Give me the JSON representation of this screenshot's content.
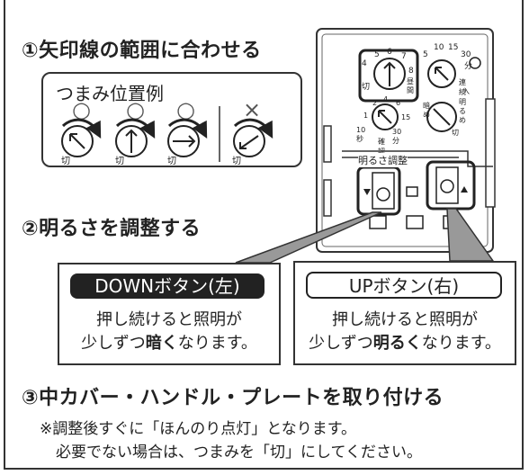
{
  "step1": {
    "title": "①矢印線の範囲に合わせる"
  },
  "example": {
    "title": "つまみ位置例",
    "ok_mark": "○",
    "ng_mark": "×",
    "off_label": "切"
  },
  "panel": {
    "dial_left_numbers": [
      "4",
      "5",
      "6",
      "7",
      "8"
    ],
    "dial_left_side_labels": [
      "切",
      "昼間"
    ],
    "dial_right_numbers": [
      "5",
      "10",
      "15",
      "30"
    ],
    "dial_right_labels": [
      "分",
      "連続",
      "入"
    ],
    "dial_small_numbers": [
      "2",
      "4",
      "6",
      "1",
      "15",
      "10秒"
    ],
    "dial_small_labels": [
      "30分",
      "確認"
    ],
    "dial_bright_labels": [
      "暗",
      "明",
      "る",
      "め",
      "め",
      "切"
    ],
    "brightness_label": "明るさ調整"
  },
  "step2": {
    "title": "②明るさを調整する"
  },
  "down": {
    "button_label": "DOWNボタン(左)",
    "line1": "押し続けると照明が",
    "line2_pre": "少しずつ",
    "line2_bold": "暗く",
    "line2_post": "なります。"
  },
  "up": {
    "button_label": "UPボタン(右)",
    "line1": "押し続けると照明が",
    "line2_pre": "少しずつ",
    "line2_bold": "明るく",
    "line2_post": "なります。"
  },
  "step3": {
    "title": "③中カバー・ハンドル・プレートを取り付ける"
  },
  "note": {
    "line1": "※調整後すぐに「ほんのり点灯」となります。",
    "line2": "必要でない場合は、つまみを「切」にしてください。"
  }
}
